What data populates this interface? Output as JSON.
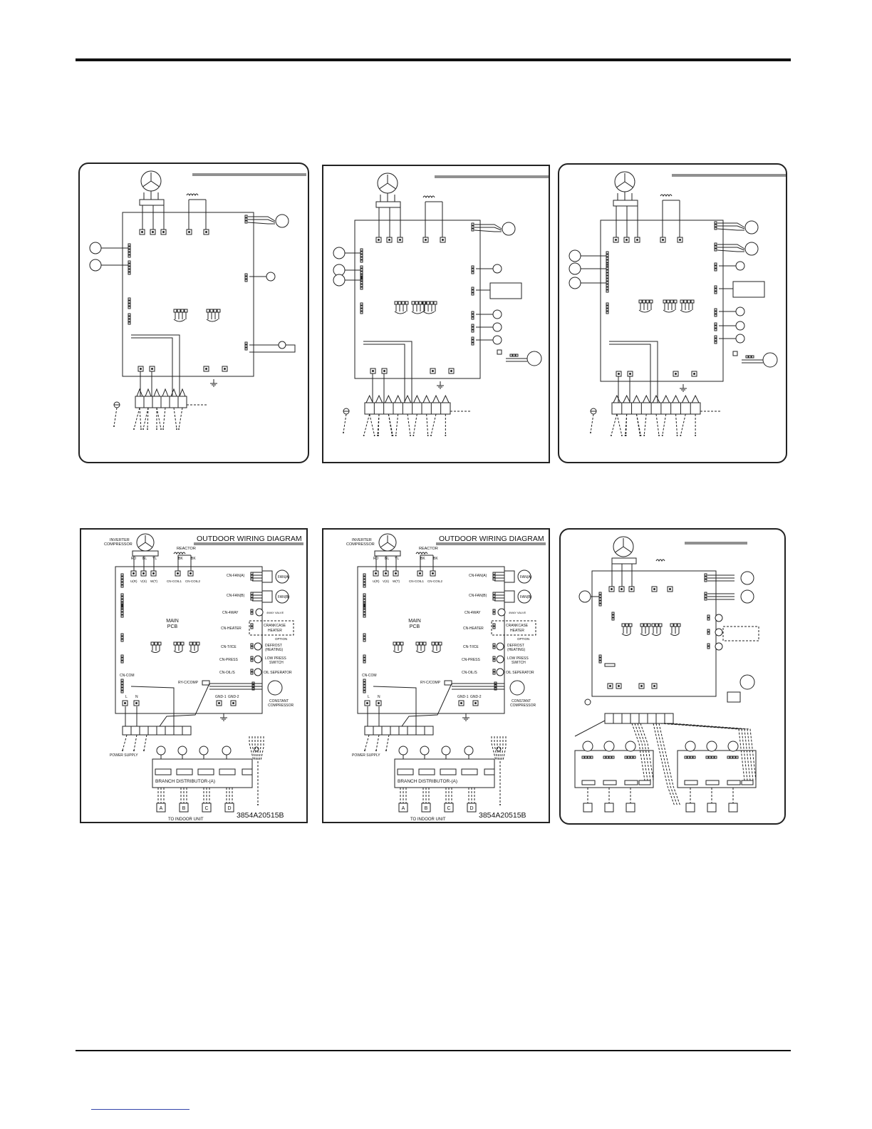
{
  "panels": [
    {
      "id": "a",
      "shape": "rounded",
      "title": "",
      "labels": []
    },
    {
      "id": "b",
      "shape": "square",
      "title": "",
      "labels": []
    },
    {
      "id": "c",
      "shape": "rounded",
      "title": "",
      "labels": []
    },
    {
      "id": "d",
      "shape": "square",
      "title": "OUTDOOR WIRING DIAGRAM",
      "labels": {
        "compressor": "INVERTER COMPRESSOR",
        "reactor": "REACTOR",
        "terminals": [
          "U(R)",
          "V(S)",
          "W(T)"
        ],
        "wires": [
          "RD",
          "BL",
          "YL",
          "BK",
          "BK"
        ],
        "coils": [
          "CN-COIL1",
          "CN-COIL2"
        ],
        "fanA": "CN-FAN(A)",
        "fanB": "CN-FAN(B)",
        "fan_label_a": "FAN(A)",
        "fan_label_b": "FAN(B)",
        "way": "CN-4WAY",
        "way_label": "4WAY VALVE",
        "heater": "CN-HEATER",
        "crank": "CRANKCASE HEATER",
        "option": "OPTION",
        "tice": "CN-T/ICE",
        "defrost": "DEFROST (HEATING)",
        "press": "CN-PRESS",
        "low": "LOW PRESS SWITCH",
        "oils": "CN-OIL/S",
        "oil": "OIL SEPERATOR",
        "main": "MAIN",
        "pcb": "PCB",
        "com": "CN-COM",
        "rycomp": "RY-C/COMP",
        "gnd1": "GND-1",
        "gnd2": "GND-2",
        "constant": "CONSTANT COMPRESSOR",
        "power": "POWER SUPPLY",
        "branch": "BRANCH DISTRIBUTOR-(A)",
        "rooms": [
          "A",
          "B",
          "C",
          "D"
        ],
        "indoor": "TO INDOOR UNIT",
        "code": "3854A20515B",
        "ln": [
          "L",
          "N"
        ]
      }
    },
    {
      "id": "e",
      "shape": "square",
      "title": "OUTDOOR WIRING DIAGRAM",
      "labels": {
        "compressor": "INVERTER COMPRESSOR",
        "reactor": "REACTOR",
        "terminals": [
          "U(R)",
          "V(S)",
          "W(T)"
        ],
        "wires": [
          "RD",
          "BL",
          "YL",
          "BK",
          "BK"
        ],
        "coils": [
          "CN-COIL1",
          "CN-COIL2"
        ],
        "fanA": "CN-FAN(A)",
        "fanB": "CN-FAN(B)",
        "fan_label_a": "FAN(A)",
        "fan_label_b": "FAN(B)",
        "way": "CN-4WAY",
        "way_label": "4WAY VALVE",
        "heater": "CN-HEATER",
        "crank": "CRANKCASE HEATER",
        "option": "OPTION",
        "tice": "CN-T/ICE",
        "defrost": "DEFROST (HEATING)",
        "press": "CN-PRESS",
        "low": "LOW PRESS SWITCH",
        "oils": "CN-OIL/S",
        "oil": "OIL SEPERATOR",
        "main": "MAIN",
        "pcb": "PCB",
        "com": "CN-COM",
        "rycomp": "RY-C/COMP",
        "gnd1": "GND-1",
        "gnd2": "GND-2",
        "constant": "CONSTANT COMPRESSOR",
        "power": "POWER SUPPLY",
        "branch": "BRANCH DISTRIBUTOR-(A)",
        "rooms": [
          "A",
          "B",
          "C",
          "D"
        ],
        "indoor": "TO INDOOR UNIT",
        "code": "3854A20515B",
        "ln": [
          "L",
          "N"
        ]
      }
    },
    {
      "id": "f",
      "shape": "rounded",
      "title": "",
      "labels": []
    }
  ]
}
